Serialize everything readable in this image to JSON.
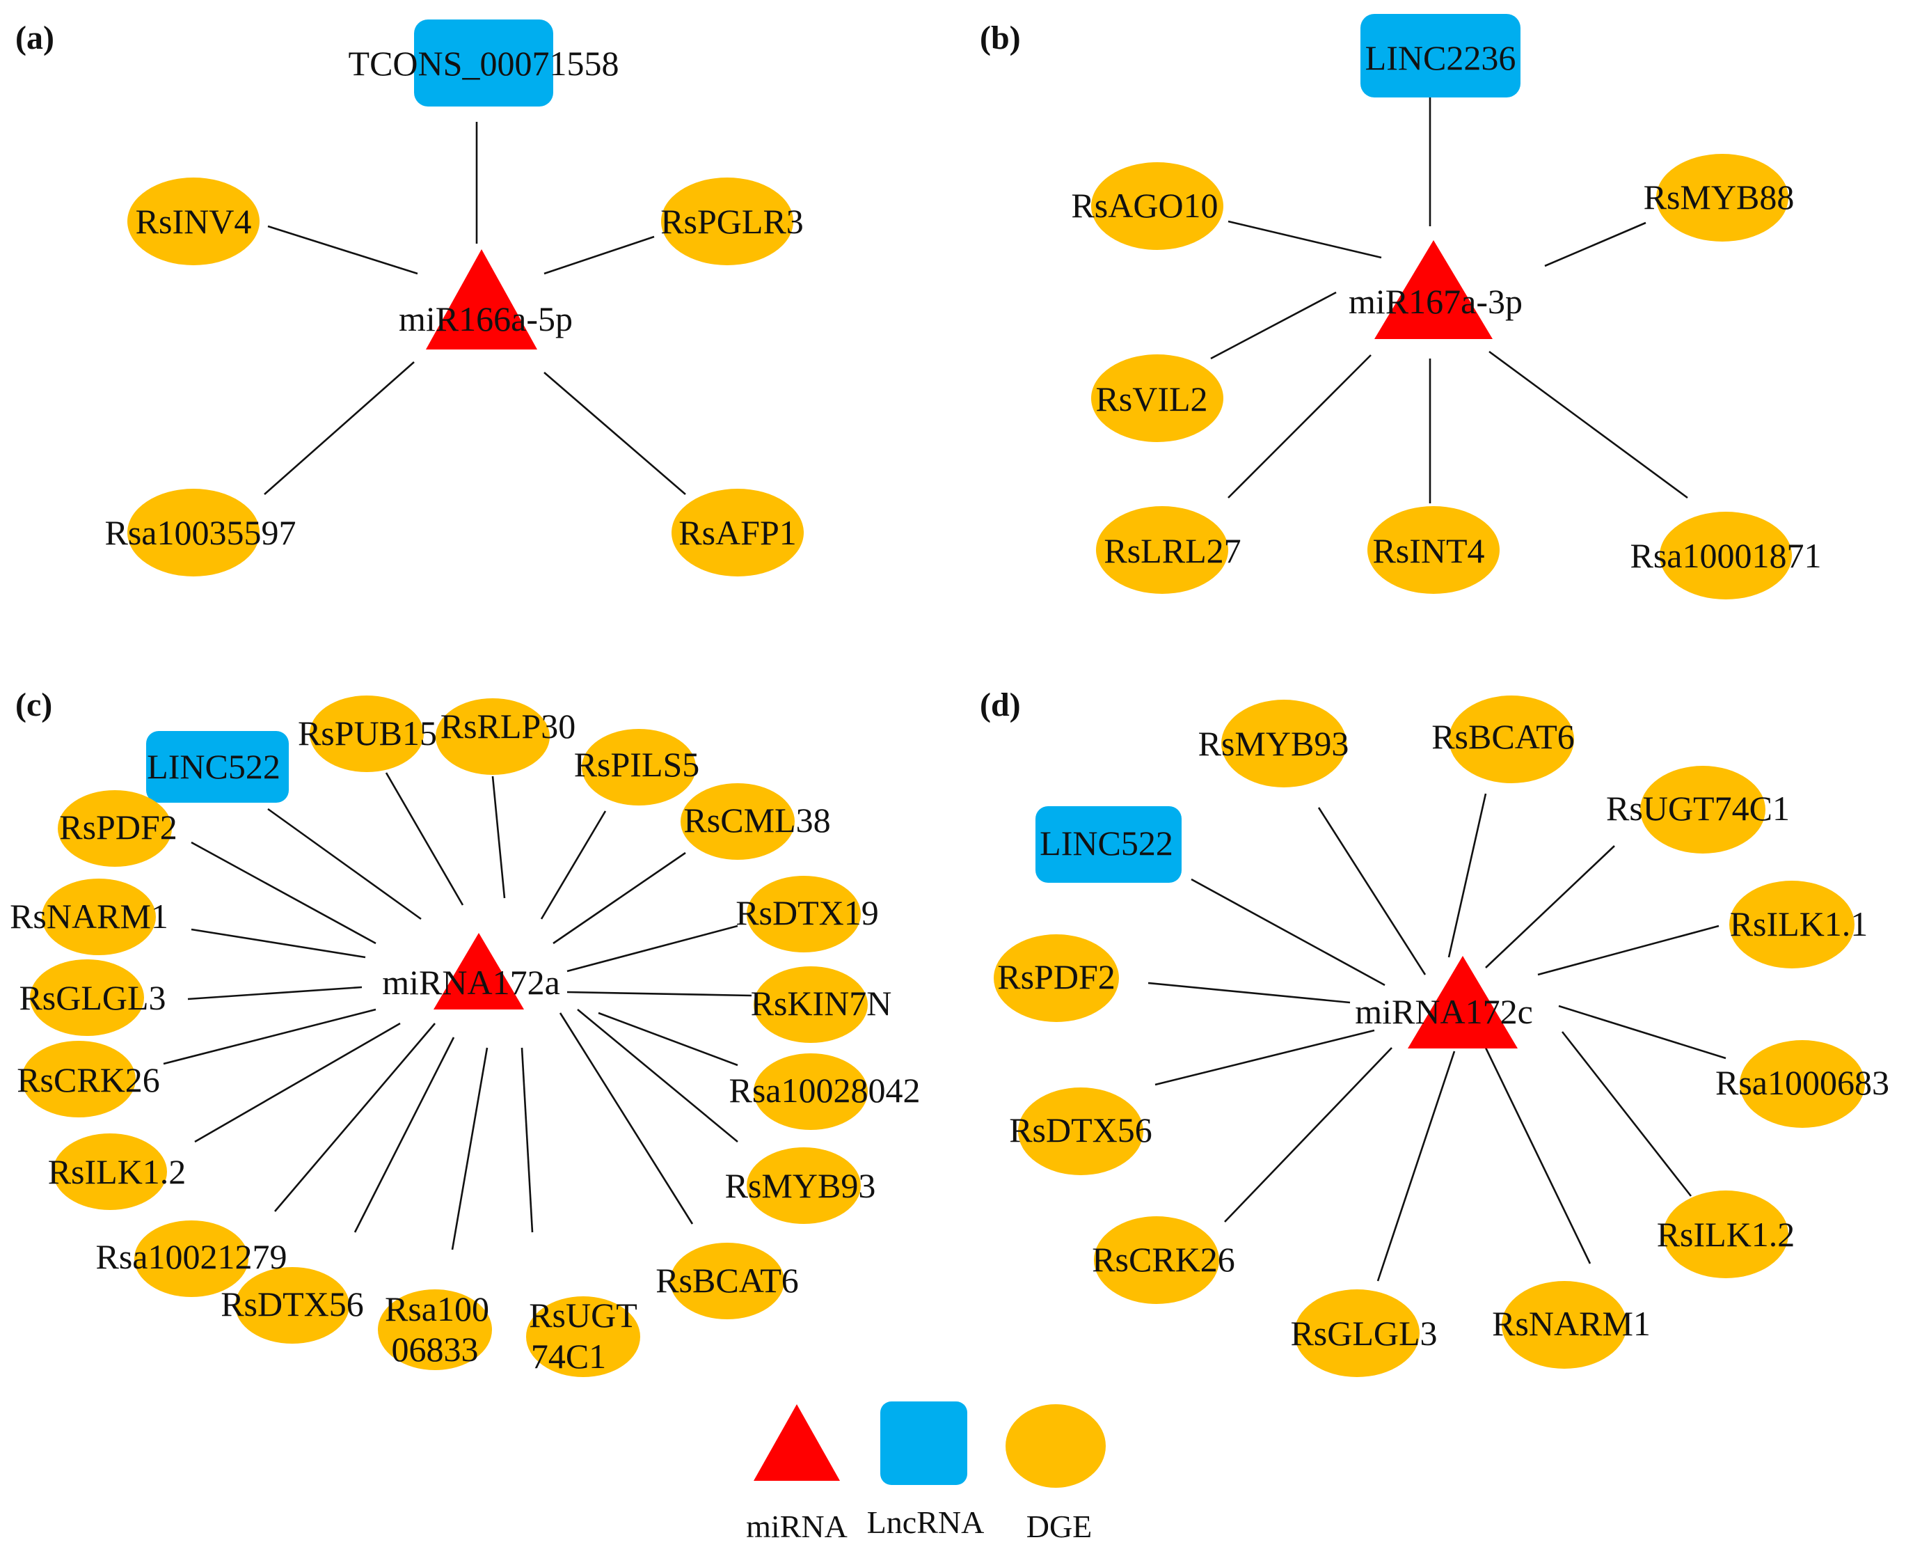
{
  "colors": {
    "mirna": "#ff0000",
    "lncrna": "#00aeef",
    "dge": "#ffbe00",
    "edge": "#111111"
  },
  "panels": [
    {
      "label": "(a)",
      "center": {
        "label": "miR166a-5p"
      },
      "nodes": [
        {
          "id": "a-lnc",
          "type": "lncrna",
          "label": "TCONS_00071558"
        },
        {
          "id": "a-inv4",
          "type": "dge",
          "label": "RsINV4"
        },
        {
          "id": "a-pglr3",
          "type": "dge",
          "label": "RsPGLR3"
        },
        {
          "id": "a-rsa35597",
          "type": "dge",
          "label": "Rsa10035597"
        },
        {
          "id": "a-afp1",
          "type": "dge",
          "label": "RsAFP1"
        }
      ]
    },
    {
      "label": "(b)",
      "center": {
        "label": "miR167a-3p"
      },
      "nodes": [
        {
          "id": "b-lnc",
          "type": "lncrna",
          "label": "LINC2236"
        },
        {
          "id": "b-ago10",
          "type": "dge",
          "label": "RsAGO10"
        },
        {
          "id": "b-myb88",
          "type": "dge",
          "label": "RsMYB88"
        },
        {
          "id": "b-vil2",
          "type": "dge",
          "label": "RsVIL2"
        },
        {
          "id": "b-lrl27",
          "type": "dge",
          "label": "RsLRL27"
        },
        {
          "id": "b-int4",
          "type": "dge",
          "label": "RsINT4"
        },
        {
          "id": "b-rsa01871",
          "type": "dge",
          "label": "Rsa10001871"
        }
      ]
    },
    {
      "label": "(c)",
      "center": {
        "label": "miRNA172a"
      },
      "nodes": [
        {
          "id": "c-lnc",
          "type": "lncrna",
          "label": "LINC522"
        },
        {
          "id": "c-pub15",
          "type": "dge",
          "label": "RsPUB15"
        },
        {
          "id": "c-rlp30",
          "type": "dge",
          "label": "RsRLP30"
        },
        {
          "id": "c-pils5",
          "type": "dge",
          "label": "RsPILS5"
        },
        {
          "id": "c-cml38",
          "type": "dge",
          "label": "RsCML38"
        },
        {
          "id": "c-dtx19",
          "type": "dge",
          "label": "RsDTX19"
        },
        {
          "id": "c-kin7n",
          "type": "dge",
          "label": "RsKIN7N"
        },
        {
          "id": "c-rsa28042",
          "type": "dge",
          "label": "Rsa10028042"
        },
        {
          "id": "c-myb93",
          "type": "dge",
          "label": "RsMYB93"
        },
        {
          "id": "c-bcat6",
          "type": "dge",
          "label": "RsBCAT6"
        },
        {
          "id": "c-ugt",
          "type": "dge",
          "label": "RsUGT 74C1",
          "lines": [
            "RsUGT",
            "74C1"
          ]
        },
        {
          "id": "c-rsa06833",
          "type": "dge",
          "label": "Rsa100 06833",
          "lines": [
            "Rsa100",
            "06833"
          ]
        },
        {
          "id": "c-dtx56",
          "type": "dge",
          "label": "RsDTX56"
        },
        {
          "id": "c-rsa21279",
          "type": "dge",
          "label": "Rsa10021279"
        },
        {
          "id": "c-ilk12",
          "type": "dge",
          "label": "RsILK1.2"
        },
        {
          "id": "c-crk26",
          "type": "dge",
          "label": "RsCRK26"
        },
        {
          "id": "c-glgl3",
          "type": "dge",
          "label": "RsGLGL3"
        },
        {
          "id": "c-narm1",
          "type": "dge",
          "label": "RsNARM1"
        },
        {
          "id": "c-pdf2",
          "type": "dge",
          "label": "RsPDF2"
        }
      ]
    },
    {
      "label": "(d)",
      "center": {
        "label": "miRNA172c"
      },
      "nodes": [
        {
          "id": "d-lnc",
          "type": "lncrna",
          "label": "LINC522"
        },
        {
          "id": "d-myb93",
          "type": "dge",
          "label": "RsMYB93"
        },
        {
          "id": "d-bcat6",
          "type": "dge",
          "label": "RsBCAT6"
        },
        {
          "id": "d-ugt",
          "type": "dge",
          "label": "RsUGT74C1"
        },
        {
          "id": "d-ilk11",
          "type": "dge",
          "label": "RsILK1.1"
        },
        {
          "id": "d-rsa0683",
          "type": "dge",
          "label": "Rsa1000683"
        },
        {
          "id": "d-ilk12",
          "type": "dge",
          "label": "RsILK1.2"
        },
        {
          "id": "d-narm1",
          "type": "dge",
          "label": "RsNARM1"
        },
        {
          "id": "d-glgl3",
          "type": "dge",
          "label": "RsGLGL3"
        },
        {
          "id": "d-crk26",
          "type": "dge",
          "label": "RsCRK26"
        },
        {
          "id": "d-dtx56",
          "type": "dge",
          "label": "RsDTX56"
        },
        {
          "id": "d-pdf2",
          "type": "dge",
          "label": "RsPDF2"
        }
      ]
    }
  ],
  "legend": [
    {
      "type": "mirna",
      "label": "miRNA"
    },
    {
      "type": "lncrna",
      "label": "LncRNA"
    },
    {
      "type": "dge",
      "label": "DGE"
    }
  ]
}
